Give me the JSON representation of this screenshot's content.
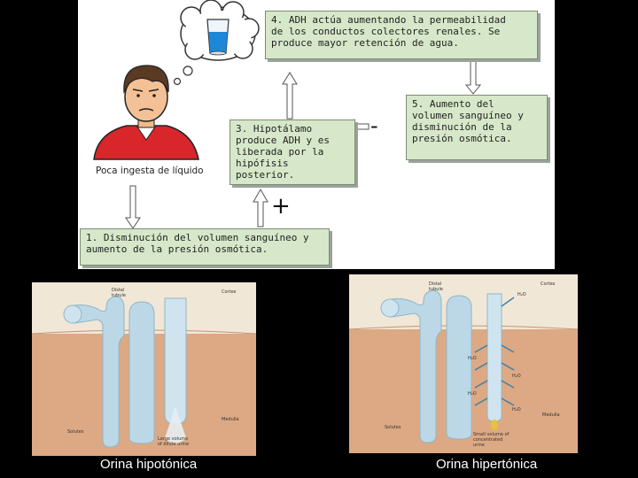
{
  "diagram": {
    "box4": "4. ADH actúa aumentando la permeabilidad\nde los conductos colectores renales. Se\nproduce mayor retención de agua.",
    "box5": "5. Aumento del\nvolumen sanguíneo y\ndisminución de la\npresión osmótica.",
    "box3": "3. Hipotálamo\nproduce ADH y es\nliberada por la\nhipófisis posterior.",
    "box1": "1. Disminución del volumen sanguíneo y\n   aumento de la presión osmótica.",
    "person_caption": "Poca ingesta de líquido",
    "minus_sign": "-",
    "plus_sign": "+"
  },
  "left_nephron": {
    "label_distal": "Distal tubule",
    "label_cortex": "Cortex",
    "label_medulla": "Medulla",
    "label_solutes": "Solutes",
    "label_urine": "Large volume of dilute urine"
  },
  "right_nephron": {
    "label_distal": "Distal tubule",
    "label_cortex": "Cortex",
    "label_medulla": "Medulla",
    "label_solutes": "Solutes",
    "label_urine": "Small volume of concentrated urine",
    "label_h2o": "H₂O"
  },
  "labels": {
    "left": "Orina hipotónica",
    "right": "Orina hipertónica"
  },
  "colors": {
    "box_fill": "#d6e8c9",
    "shirt": "#d8262b",
    "tubule": "#bcd8e6"
  }
}
